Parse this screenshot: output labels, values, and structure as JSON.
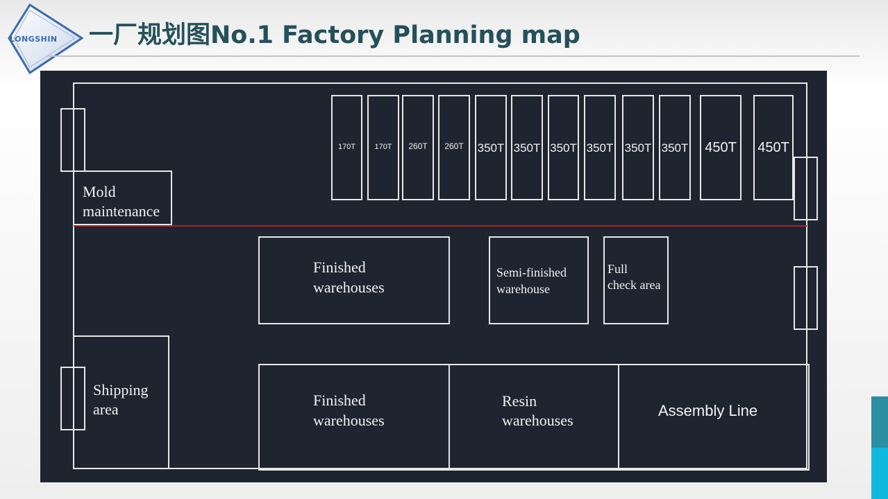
{
  "header": {
    "logo_text": "LONGSHIN",
    "title": "一厂规划图No.1 Factory Planning map"
  },
  "colors": {
    "title": "#24505a",
    "plan_background": "#1e2530",
    "plan_lines": "#e8e8e8",
    "divider_line": "#b01e24",
    "accent_dark": "#2d8ea3",
    "accent_light": "#10b7de"
  },
  "machines": [
    "170T",
    "170T",
    "260T",
    "260T",
    "350T",
    "350T",
    "350T",
    "350T",
    "350T",
    "350T",
    "450T",
    "450T"
  ],
  "areas": {
    "mold_maintenance": [
      "Mold",
      "maintenance"
    ],
    "finished_warehouses_top": [
      "Finished",
      "warehouses"
    ],
    "semi_finished_warehouse": [
      "Semi-finished",
      "warehouse"
    ],
    "full_check_area": [
      "Full",
      "check area"
    ],
    "shipping_area": [
      "Shipping",
      "area"
    ],
    "finished_warehouses_bottom": [
      "Finished",
      "warehouses"
    ],
    "resin_warehouses": [
      "Resin",
      "warehouses"
    ],
    "assembly_line": [
      "Assembly Line"
    ]
  }
}
